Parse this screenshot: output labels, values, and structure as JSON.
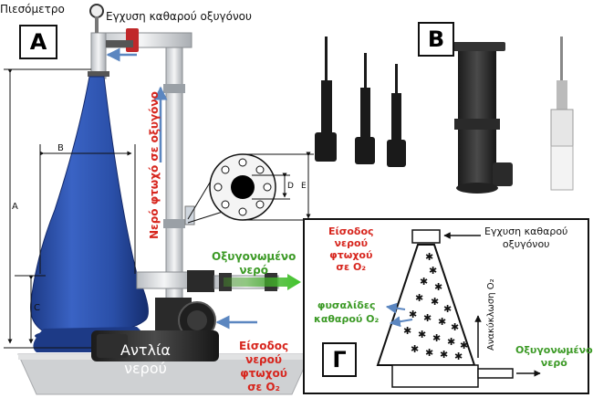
{
  "panels": {
    "a": "A",
    "b": "B",
    "g": "Γ"
  },
  "labels": {
    "piezometer": "Πιεσόμετρο",
    "oxygen_injection_top": "Εγχυση καθαρού οξυγόνου",
    "oxygen_poor_water_vertical": "Νερό φτωχό σε οξυγόνο",
    "oxygenated_water": [
      "Οξυγονωμένο",
      "νερό"
    ],
    "pump": [
      "Αντλία",
      "νερού"
    ],
    "inlet": [
      "Είσοδος",
      "νερού",
      "φτωχού",
      "σε O₂"
    ],
    "dim_a": "A",
    "dim_b": "B",
    "dim_c": "C",
    "dim_d": "D",
    "dim_e": "E"
  },
  "inset_g": {
    "inlet": [
      "Είσοδος",
      "νερού",
      "φτωχού",
      "σε O₂"
    ],
    "oxygen_injection": [
      "Εγχυση καθαρού",
      "οξυγόνου"
    ],
    "bubbles": [
      "φυσαλίδες",
      "καθαρού O₂"
    ],
    "recirculation": "Ανακύκλωση O₂",
    "outlet": [
      "Οξυγονωμένο",
      "νερό"
    ]
  },
  "colors": {
    "red": "#d7261e",
    "green": "#3c9a26",
    "arrow_blue": "#5b86c0",
    "cone_blue": "#2c4fa8"
  }
}
